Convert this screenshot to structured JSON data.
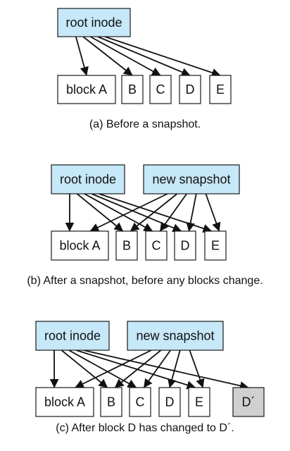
{
  "colors": {
    "inode_fill": "#c6e8f8",
    "block_fill": "#ffffff",
    "changed_fill": "#d0d0d0",
    "stroke": "#1a1a1a"
  },
  "panels": [
    {
      "id": "a",
      "caption": "(a) Before a snapshot.",
      "nodes": [
        {
          "id": "root",
          "label": "root inode",
          "kind": "inode"
        },
        {
          "id": "A",
          "label": "block A",
          "kind": "block"
        },
        {
          "id": "B",
          "label": "B",
          "kind": "block"
        },
        {
          "id": "C",
          "label": "C",
          "kind": "block"
        },
        {
          "id": "D",
          "label": "D",
          "kind": "block"
        },
        {
          "id": "E",
          "label": "E",
          "kind": "block"
        }
      ],
      "edges": [
        [
          "root",
          "A"
        ],
        [
          "root",
          "B"
        ],
        [
          "root",
          "C"
        ],
        [
          "root",
          "D"
        ],
        [
          "root",
          "E"
        ]
      ]
    },
    {
      "id": "b",
      "caption": "(b) After a snapshot, before any blocks change.",
      "nodes": [
        {
          "id": "root",
          "label": "root inode",
          "kind": "inode"
        },
        {
          "id": "snap",
          "label": "new snapshot",
          "kind": "inode"
        },
        {
          "id": "A",
          "label": "block A",
          "kind": "block"
        },
        {
          "id": "B",
          "label": "B",
          "kind": "block"
        },
        {
          "id": "C",
          "label": "C",
          "kind": "block"
        },
        {
          "id": "D",
          "label": "D",
          "kind": "block"
        },
        {
          "id": "E",
          "label": "E",
          "kind": "block"
        }
      ],
      "edges": [
        [
          "root",
          "A"
        ],
        [
          "root",
          "B"
        ],
        [
          "root",
          "C"
        ],
        [
          "root",
          "D"
        ],
        [
          "root",
          "E"
        ],
        [
          "snap",
          "A"
        ],
        [
          "snap",
          "B"
        ],
        [
          "snap",
          "C"
        ],
        [
          "snap",
          "D"
        ],
        [
          "snap",
          "E"
        ]
      ]
    },
    {
      "id": "c",
      "caption": "(c) After block D has changed to D´.",
      "nodes": [
        {
          "id": "root",
          "label": "root inode",
          "kind": "inode"
        },
        {
          "id": "snap",
          "label": "new snapshot",
          "kind": "inode"
        },
        {
          "id": "A",
          "label": "block A",
          "kind": "block"
        },
        {
          "id": "B",
          "label": "B",
          "kind": "block"
        },
        {
          "id": "C",
          "label": "C",
          "kind": "block"
        },
        {
          "id": "D",
          "label": "D",
          "kind": "block"
        },
        {
          "id": "E",
          "label": "E",
          "kind": "block"
        },
        {
          "id": "Dp",
          "label": "D´",
          "kind": "changed"
        }
      ],
      "edges": [
        [
          "root",
          "A"
        ],
        [
          "root",
          "B"
        ],
        [
          "root",
          "C"
        ],
        [
          "root",
          "E"
        ],
        [
          "root",
          "Dp"
        ],
        [
          "snap",
          "A"
        ],
        [
          "snap",
          "B"
        ],
        [
          "snap",
          "C"
        ],
        [
          "snap",
          "D"
        ],
        [
          "snap",
          "E"
        ]
      ]
    }
  ]
}
